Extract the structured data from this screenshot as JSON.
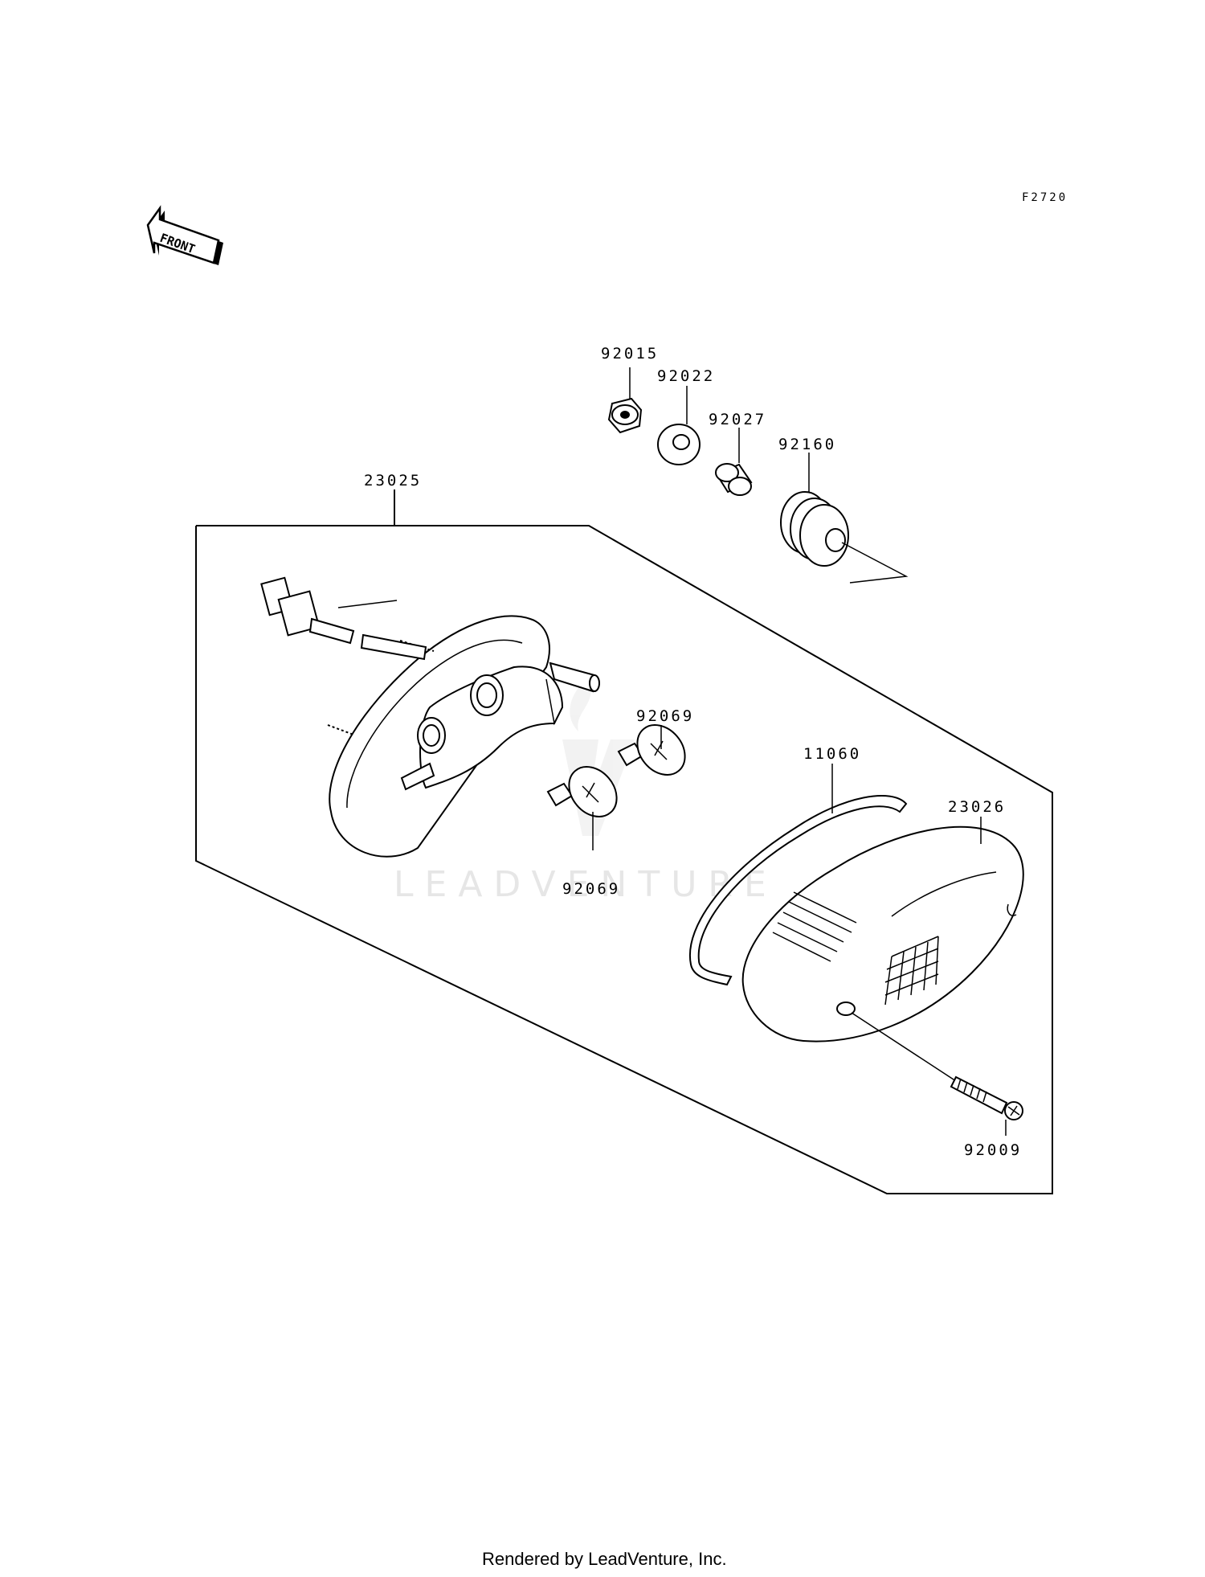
{
  "diagram": {
    "figure_code": "F2720",
    "front_label": "FRONT",
    "watermark": "LEADVENTURE",
    "footer": "Rendered by LeadVenture, Inc.",
    "callouts": {
      "p92015": "92015",
      "p92022": "92022",
      "p92027": "92027",
      "p92160": "92160",
      "p23025": "23025",
      "p92069_upper": "92069",
      "p92069_lower": "92069",
      "p11060": "11060",
      "p23026": "23026",
      "p92009": "92009"
    }
  }
}
